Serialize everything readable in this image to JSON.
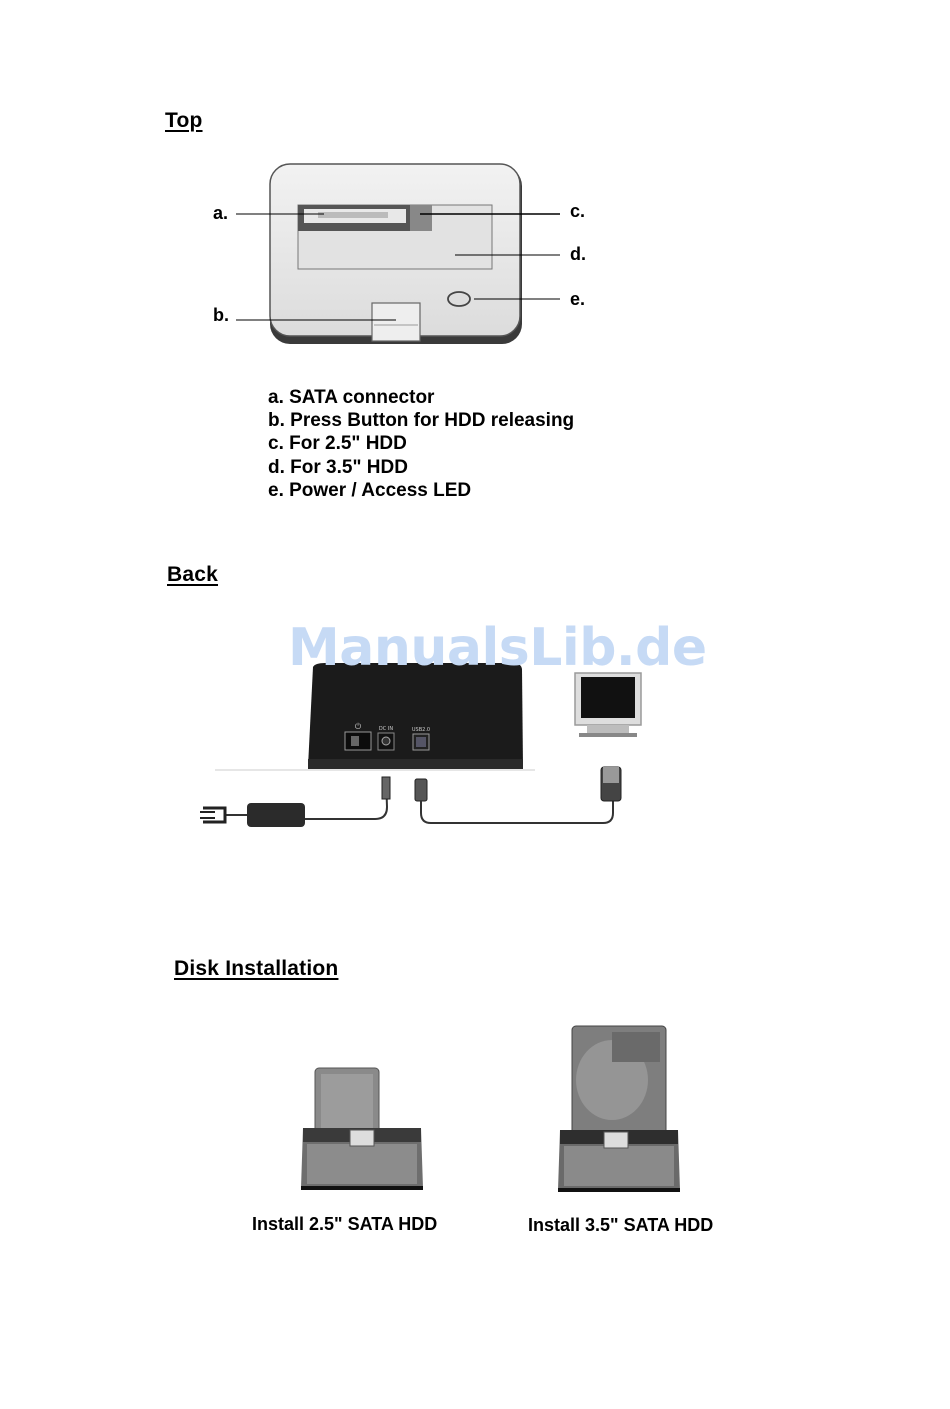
{
  "sections": {
    "top": {
      "heading": "Top",
      "callouts": {
        "a": "a.",
        "b": "b.",
        "c": "c.",
        "d": "d.",
        "e": "e."
      },
      "legend": [
        "a. SATA connector",
        "b. Press Button for HDD releasing",
        "c. For 2.5\" HDD",
        "d. For 3.5\" HDD",
        "e. Power / Access LED"
      ]
    },
    "back": {
      "heading": "Back",
      "watermark": "ManualsLib.de",
      "panel_labels": {
        "dc": "DC IN",
        "usb": "USB2.0"
      }
    },
    "disk_installation": {
      "heading": "Disk Installation",
      "captions": {
        "small": "Install 2.5\"  SATA  HDD",
        "large": "Install 3.5\"  SATA HDD"
      }
    }
  }
}
